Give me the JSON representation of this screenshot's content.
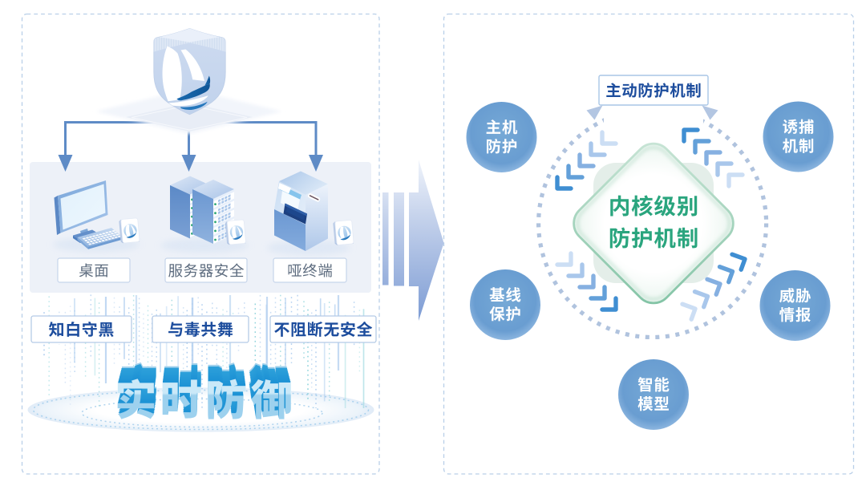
{
  "figure": {
    "type": "security-product-infographic",
    "language": "zh-CN"
  },
  "left_panel": {
    "logo": "sailboat-shield",
    "targets": [
      {
        "label": "桌面"
      },
      {
        "label": "服务器安全"
      },
      {
        "label": "哑终端"
      }
    ],
    "slogans": [
      {
        "label": "知白守黑"
      },
      {
        "label": "与毒共舞"
      },
      {
        "label": "不阻断无安全"
      }
    ],
    "headline": "实时防御"
  },
  "right_panel": {
    "top_box": "主动防护机制",
    "center": {
      "line1": "内核级别",
      "line2": "防护机制"
    },
    "nodes": [
      {
        "label": "主机防护",
        "lines": [
          "主机",
          "防护"
        ]
      },
      {
        "label": "诱捕机制",
        "lines": [
          "诱捕",
          "机制"
        ]
      },
      {
        "label": "基线保护",
        "lines": [
          "基线",
          "保护"
        ]
      },
      {
        "label": "威胁情报",
        "lines": [
          "威胁",
          "情报"
        ]
      },
      {
        "label": "智能模型",
        "lines": [
          "智能",
          "模型"
        ]
      }
    ]
  },
  "colors": {
    "accent_blue": "#5e8bc6",
    "deep_blue_text": "#1d4d9d",
    "green_text": "#2aa57e",
    "panel_dash": "#b9cfe8",
    "band": "#edf1f8",
    "node_fill": "#6b9fd2",
    "headline_face": "#aed7f2",
    "headline_extrude": "#2196d5"
  }
}
